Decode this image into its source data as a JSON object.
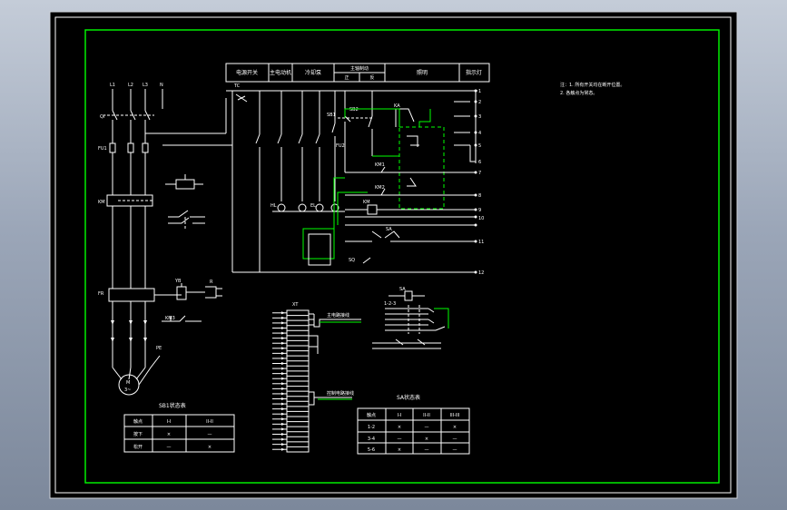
{
  "colors": {
    "paper": "#000000",
    "frame_outer": "#ffffff",
    "frame_inner": "#00ff00",
    "line": "#ffffff",
    "accent": "#00ff00"
  },
  "header_table": {
    "cells": [
      "电源开关",
      "主电动机",
      "冷却泵",
      "主轴制动",
      "照明",
      "指示灯"
    ],
    "sub_cells": [
      "正",
      "反"
    ]
  },
  "notes": [
    "注：1. 所有开关均在断开位置。",
    "2. 各触点为常态。"
  ],
  "power": {
    "phases": [
      "L1",
      "L2",
      "L3",
      "N"
    ],
    "labels": {
      "switch": "QF",
      "fuse": "FU1",
      "contactor": "KM",
      "relay": "FR",
      "motor": "M",
      "motor_label": "3~",
      "ground": "PE"
    }
  },
  "control": {
    "labels": {
      "transformer": "TC",
      "fuse2": "FU2",
      "stop": "SB1",
      "start": "SB2",
      "km": "KM",
      "km1": "KM1",
      "km2": "KM2",
      "ka": "KA",
      "sa": "SA",
      "sq": "SQ",
      "hl": "HL",
      "el": "EL"
    },
    "right_numbers": [
      "1",
      "2",
      "3",
      "4",
      "5",
      "6",
      "7",
      "8",
      "9",
      "10",
      "11",
      "12"
    ]
  },
  "brake": {
    "labels": {
      "yb": "YB",
      "km3": "KM3",
      "r": "R"
    }
  },
  "terminal": {
    "label": "XT",
    "count": 28,
    "label_upper": "主电路接线",
    "label_lower": "控制电路接线"
  },
  "selector": {
    "labels": {
      "sa": "SA",
      "pos": "1-2-3"
    }
  },
  "tables": [
    {
      "title": "SB1状态表",
      "header": [
        "触点",
        "I-I",
        "II-II"
      ],
      "rows": [
        [
          "按下",
          "×",
          "—"
        ],
        [
          "松开",
          "—",
          "×"
        ]
      ]
    },
    {
      "title": "SA状态表",
      "header": [
        "触点",
        "I-I",
        "II-II",
        "III-III"
      ],
      "rows": [
        [
          "1-2",
          "×",
          "—",
          "×"
        ],
        [
          "3-4",
          "—",
          "×",
          "—"
        ],
        [
          "5-6",
          "×",
          "—",
          "—"
        ]
      ]
    }
  ]
}
